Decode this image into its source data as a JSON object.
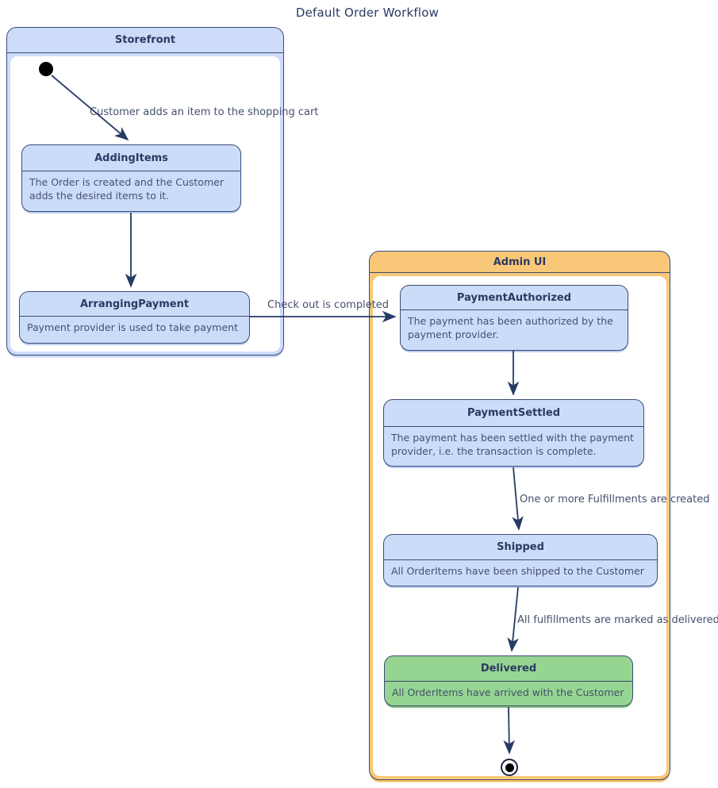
{
  "title": "Default Order Workflow",
  "colors": {
    "state_blue_fill": "#cbdcf8",
    "state_green_fill": "#95d591",
    "container_blue_fill": "#cddcf9",
    "container_orange_fill": "#f8c878",
    "border_navy": "#3c4b75",
    "arrow_navy": "#263a66",
    "title_text": "#2c3a63",
    "body_text": "#44506f"
  },
  "containers": [
    {
      "label": "Storefront"
    },
    {
      "label": "Admin UI"
    }
  ],
  "states": [
    {
      "name": "AddingItems",
      "description": "The Order is created and the Customer\nadds the desired items to it."
    },
    {
      "name": "ArrangingPayment",
      "description": "Payment provider is used to take payment"
    },
    {
      "name": "PaymentAuthorized",
      "description": "The payment has been authorized by the\npayment provider."
    },
    {
      "name": "PaymentSettled",
      "description": "The payment has been settled with the payment\nprovider, i.e. the transaction is complete."
    },
    {
      "name": "Shipped",
      "description": "All OrderItems have been shipped to the Customer"
    },
    {
      "name": "Delivered",
      "description": "All OrderItems have arrived with the Customer"
    }
  ],
  "transitions": [
    {
      "from": "initial",
      "to": "AddingItems",
      "label": "Customer adds an item to the shopping cart"
    },
    {
      "from": "AddingItems",
      "to": "ArrangingPayment",
      "label": ""
    },
    {
      "from": "ArrangingPayment",
      "to": "PaymentAuthorized",
      "label": "Check out is completed"
    },
    {
      "from": "PaymentAuthorized",
      "to": "PaymentSettled",
      "label": ""
    },
    {
      "from": "PaymentSettled",
      "to": "Shipped",
      "label": "One or more Fulfillments are created"
    },
    {
      "from": "Shipped",
      "to": "Delivered",
      "label": "All fulfillments are marked as delivered"
    },
    {
      "from": "Delivered",
      "to": "final",
      "label": ""
    }
  ]
}
